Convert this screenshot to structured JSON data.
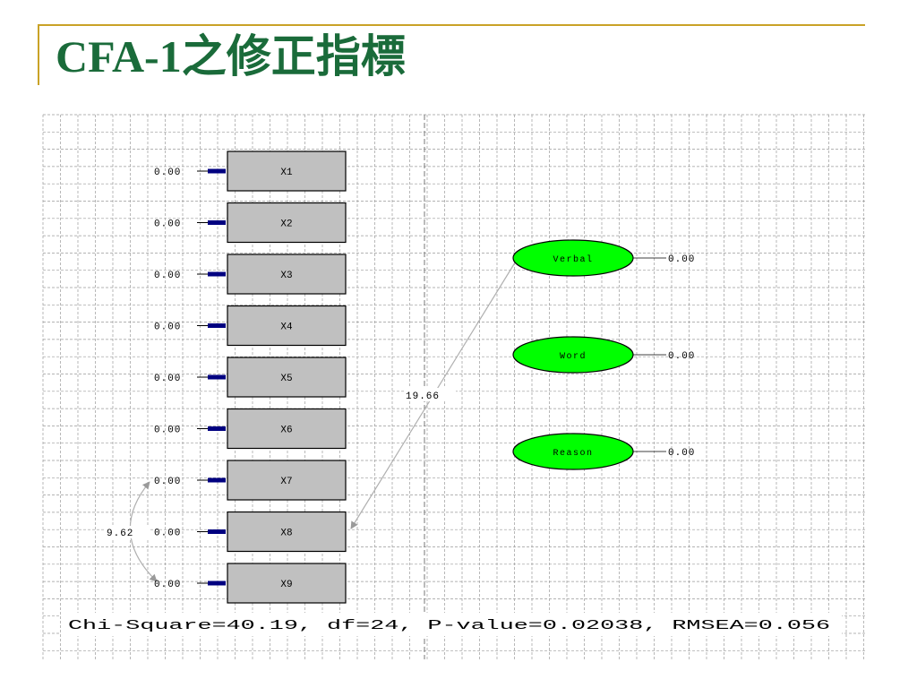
{
  "slide": {
    "title": "CFA-1之修正指標"
  },
  "colors": {
    "title": "#1a6b3a",
    "accent_rule": "#c9a227",
    "grid": "#9a9a9a",
    "box_fill": "#c0c0c0",
    "latent_fill": "#00ff00",
    "arrow_head": "#000080",
    "curve": "#b0b0b0"
  },
  "diagram": {
    "observed": [
      {
        "name": "X1",
        "error": "0.00"
      },
      {
        "name": "X2",
        "error": "0.00"
      },
      {
        "name": "X3",
        "error": "0.00"
      },
      {
        "name": "X4",
        "error": "0.00"
      },
      {
        "name": "X5",
        "error": "0.00"
      },
      {
        "name": "X6",
        "error": "0.00"
      },
      {
        "name": "X7",
        "error": "0.00"
      },
      {
        "name": "X8",
        "error": "0.00"
      },
      {
        "name": "X9",
        "error": "0.00"
      }
    ],
    "latent": [
      {
        "name": "Verbal",
        "variance": "0.00"
      },
      {
        "name": "Word",
        "variance": "0.00"
      },
      {
        "name": "Reason",
        "variance": "0.00"
      }
    ],
    "modification_indices": [
      {
        "label": "19.66",
        "from": "Verbal",
        "to": "X8"
      },
      {
        "label": "9.62",
        "from": "X7",
        "to": "X9"
      }
    ],
    "fit_statistics": "Chi-Square=40.19, df=24, P-value=0.02038, RMSEA=0.056"
  }
}
